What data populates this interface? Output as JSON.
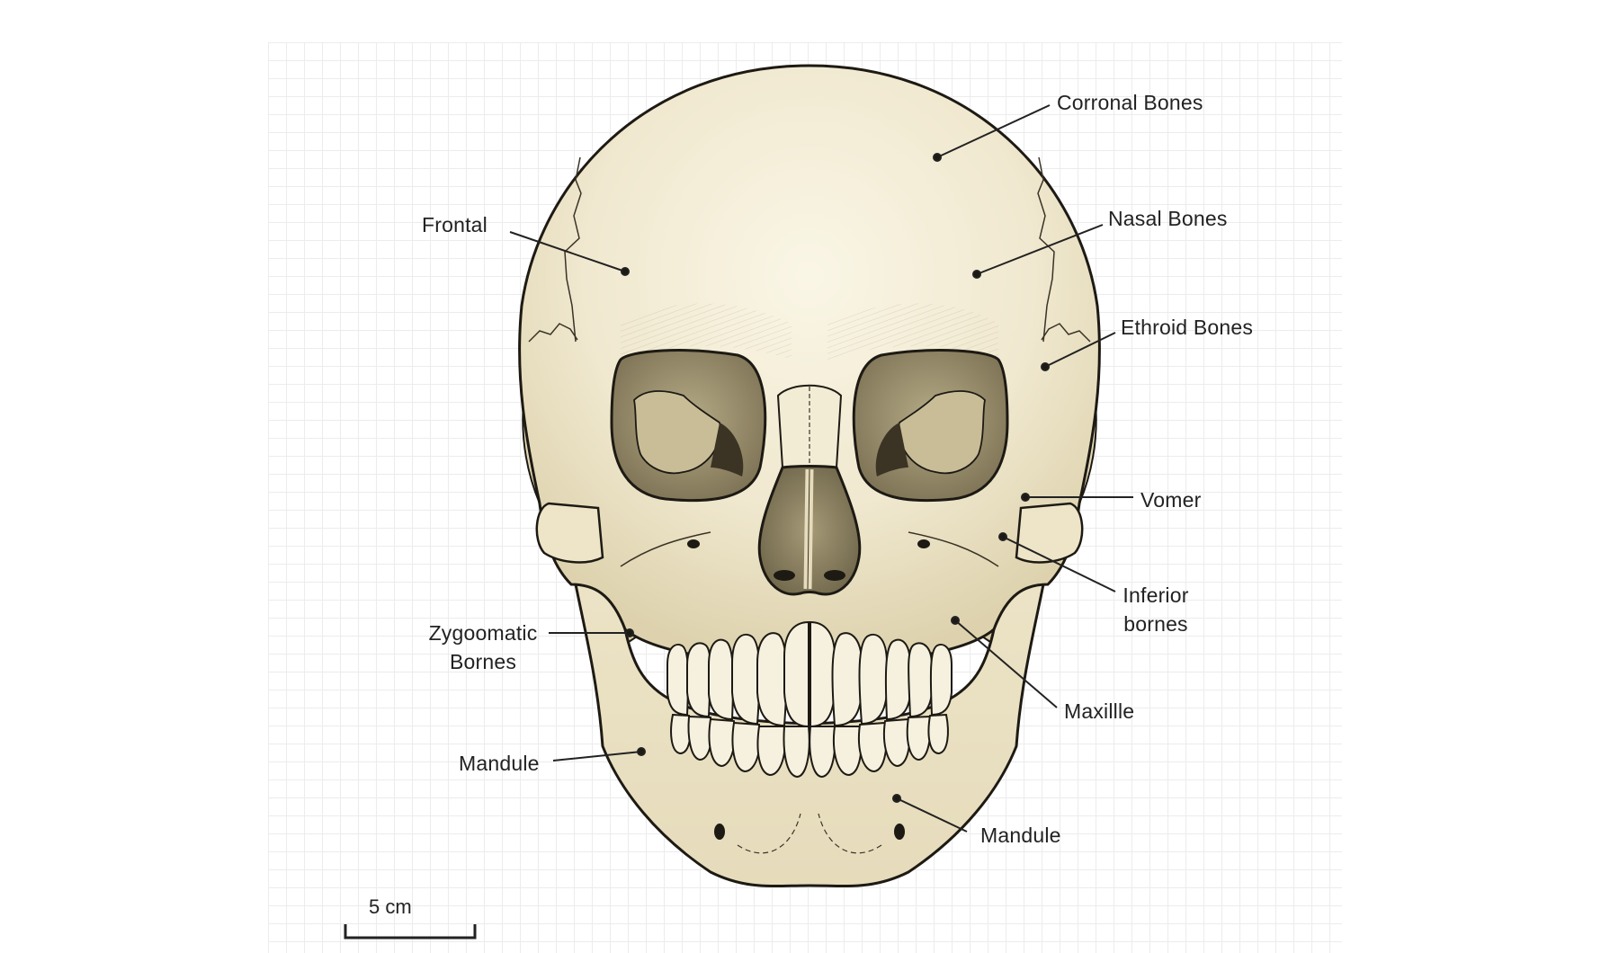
{
  "diagram": {
    "subject": "Human skull, anterior view",
    "colors": {
      "bone": "#efe7cd",
      "bone_highlight": "#f7f2e0",
      "bone_shadow": "#cbbf98",
      "cavity": "#8f8464",
      "outline": "#1d1a14",
      "label_text": "#222222",
      "grid_line": "#ececec"
    },
    "labels": [
      {
        "id": "corronal-bones",
        "text": "Corronal Bones",
        "side": "right"
      },
      {
        "id": "frontal",
        "text": "Frontal",
        "side": "left"
      },
      {
        "id": "nasal-bones",
        "text": "Nasal Bones",
        "side": "right"
      },
      {
        "id": "ethroid-bones",
        "text": "Ethroid Bones",
        "side": "right"
      },
      {
        "id": "vomer",
        "text": "Vomer",
        "side": "right"
      },
      {
        "id": "inferior-bornes",
        "lines": [
          "Inferior",
          "bornes"
        ],
        "side": "right"
      },
      {
        "id": "zygoomatic-bornes",
        "lines": [
          "Zygoomatic",
          "Bornes"
        ],
        "side": "left"
      },
      {
        "id": "maxillle",
        "text": "Maxillle",
        "side": "right"
      },
      {
        "id": "mandule-left",
        "text": "Mandule",
        "side": "left"
      },
      {
        "id": "mandule-right",
        "text": "Mandule",
        "side": "right"
      }
    ],
    "scale_bar": {
      "label": "5 cm"
    }
  }
}
